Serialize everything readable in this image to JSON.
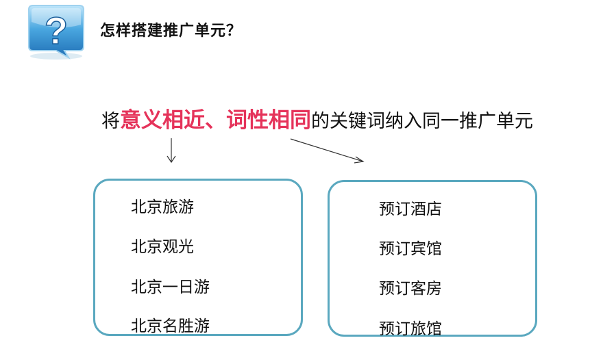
{
  "header": {
    "icon": "question-mark-icon",
    "title": "怎样搭建推广单元？"
  },
  "headline": {
    "prefix": "将",
    "highlight": "意义相近、词性相同",
    "suffix": "的关键词纳入同一推广单元"
  },
  "colors": {
    "highlight": "#e5335a",
    "box_border": "#5aa8bf",
    "icon_blue": "#2a86c9"
  },
  "groups": [
    {
      "keywords": [
        "北京旅游",
        "北京观光",
        "北京一日游",
        "北京名胜游"
      ]
    },
    {
      "keywords": [
        "预订酒店",
        "预订宾馆",
        "预订客房",
        "预订旅馆"
      ]
    }
  ]
}
